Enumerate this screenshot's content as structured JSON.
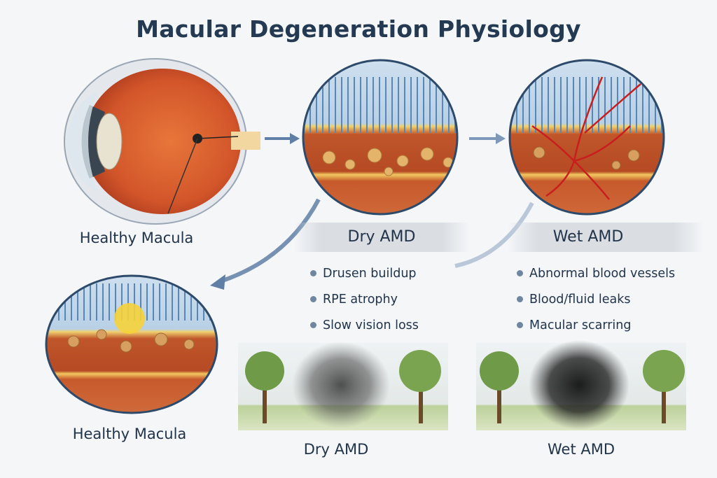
{
  "title": "Macular Degeneration Physiology",
  "labels": {
    "eye": "Healthy Macula",
    "dry": "Dry AMD",
    "wet": "Wet AMD",
    "healthy_bottom": "Healthy Macula",
    "dry_scene": "Dry AMD",
    "wet_scene": "Wet AMD"
  },
  "dry_points": [
    "Drusen buildup",
    "RPE atrophy",
    "Slow vision loss"
  ],
  "wet_points": [
    "Abnormal blood vessels",
    "Blood/fluid leaks",
    "Macular scarring"
  ],
  "colors": {
    "title": "#243a52",
    "bullet": "#6f86a0",
    "arrow": "#5f7fa6",
    "retina": "#c9542a"
  }
}
